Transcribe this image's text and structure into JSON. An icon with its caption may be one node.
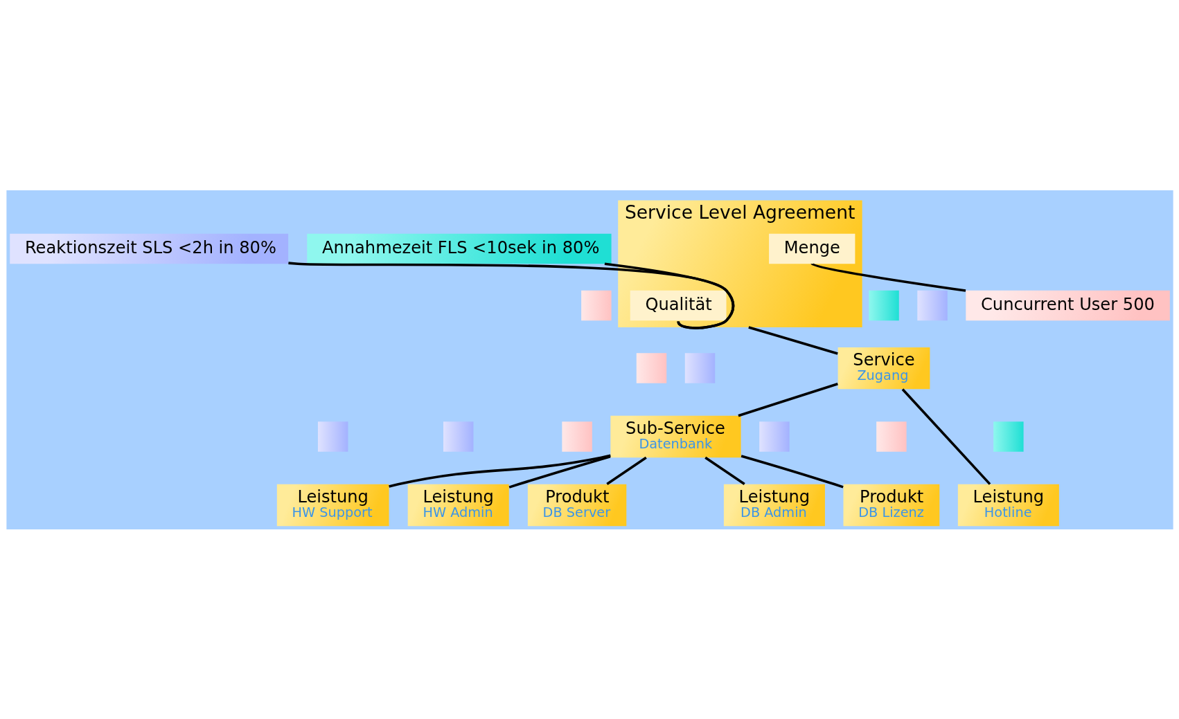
{
  "diagram": {
    "nodes": [
      {
        "text": [
          "Service Level Agreement"
        ]
      },
      {
        "text": [
          "Qualität"
        ],
        "in": 0
      },
      {
        "text": [
          "Menge"
        ],
        "in": 0
      },
      {
        "text": [
          "Annahmezeit FLS <10sek in 80%"
        ]
      },
      {
        "text": [
          "Reaktionszeit SLS <2h in 80%"
        ]
      },
      {
        "text": [
          "Cuncurrent User 500"
        ]
      },
      {
        "text": [],
        "shape": "box"
      },
      {
        "text": [],
        "shape": "box"
      },
      {
        "text": [],
        "shape": "box"
      },
      {
        "text": [
          "Service",
          "Zugang"
        ]
      },
      {
        "text": [],
        "shape": "box"
      },
      {
        "text": [],
        "shape": "box"
      },
      {
        "text": [
          "Sub-Service",
          "Datenbank"
        ]
      },
      {
        "text": [],
        "shape": "box"
      },
      {
        "text": [],
        "shape": "box"
      },
      {
        "text": [],
        "shape": "box"
      },
      {
        "text": [],
        "shape": "box"
      },
      {
        "text": [],
        "shape": "box"
      },
      {
        "text": [],
        "shape": "box"
      },
      {
        "text": [
          "Leistung",
          "Hotline"
        ]
      },
      {
        "text": [
          "Leistung",
          "HW Support"
        ]
      },
      {
        "text": [
          "Leistung",
          "HW Admin"
        ]
      },
      {
        "text": [
          "Produkt",
          "DB Server"
        ]
      },
      {
        "text": [
          "Leistung",
          "DB Admin"
        ]
      },
      {
        "text": [
          "Produkt",
          "DB Lizenz"
        ]
      }
    ],
    "edges": [
      {
        "from": 3,
        "to": 1,
        "arrow": "none"
      },
      {
        "from": 4,
        "to": 1,
        "arrow": "none"
      },
      {
        "from": 2,
        "to": 5,
        "arrow": "none"
      },
      {
        "from": 0,
        "to": 9,
        "arrow": "none"
      },
      {
        "from": 9,
        "to": 19,
        "arrow": "none"
      },
      {
        "from": 9,
        "to": 12,
        "arrow": "none"
      },
      {
        "from": 12,
        "to": 20,
        "arrow": "none"
      },
      {
        "from": 12,
        "to": 21,
        "arrow": "none"
      },
      {
        "from": 12,
        "to": 22,
        "arrow": "none"
      },
      {
        "from": 12,
        "to": 23,
        "arrow": "none"
      },
      {
        "from": 12,
        "to": 24,
        "arrow": "none"
      }
    ]
  }
}
